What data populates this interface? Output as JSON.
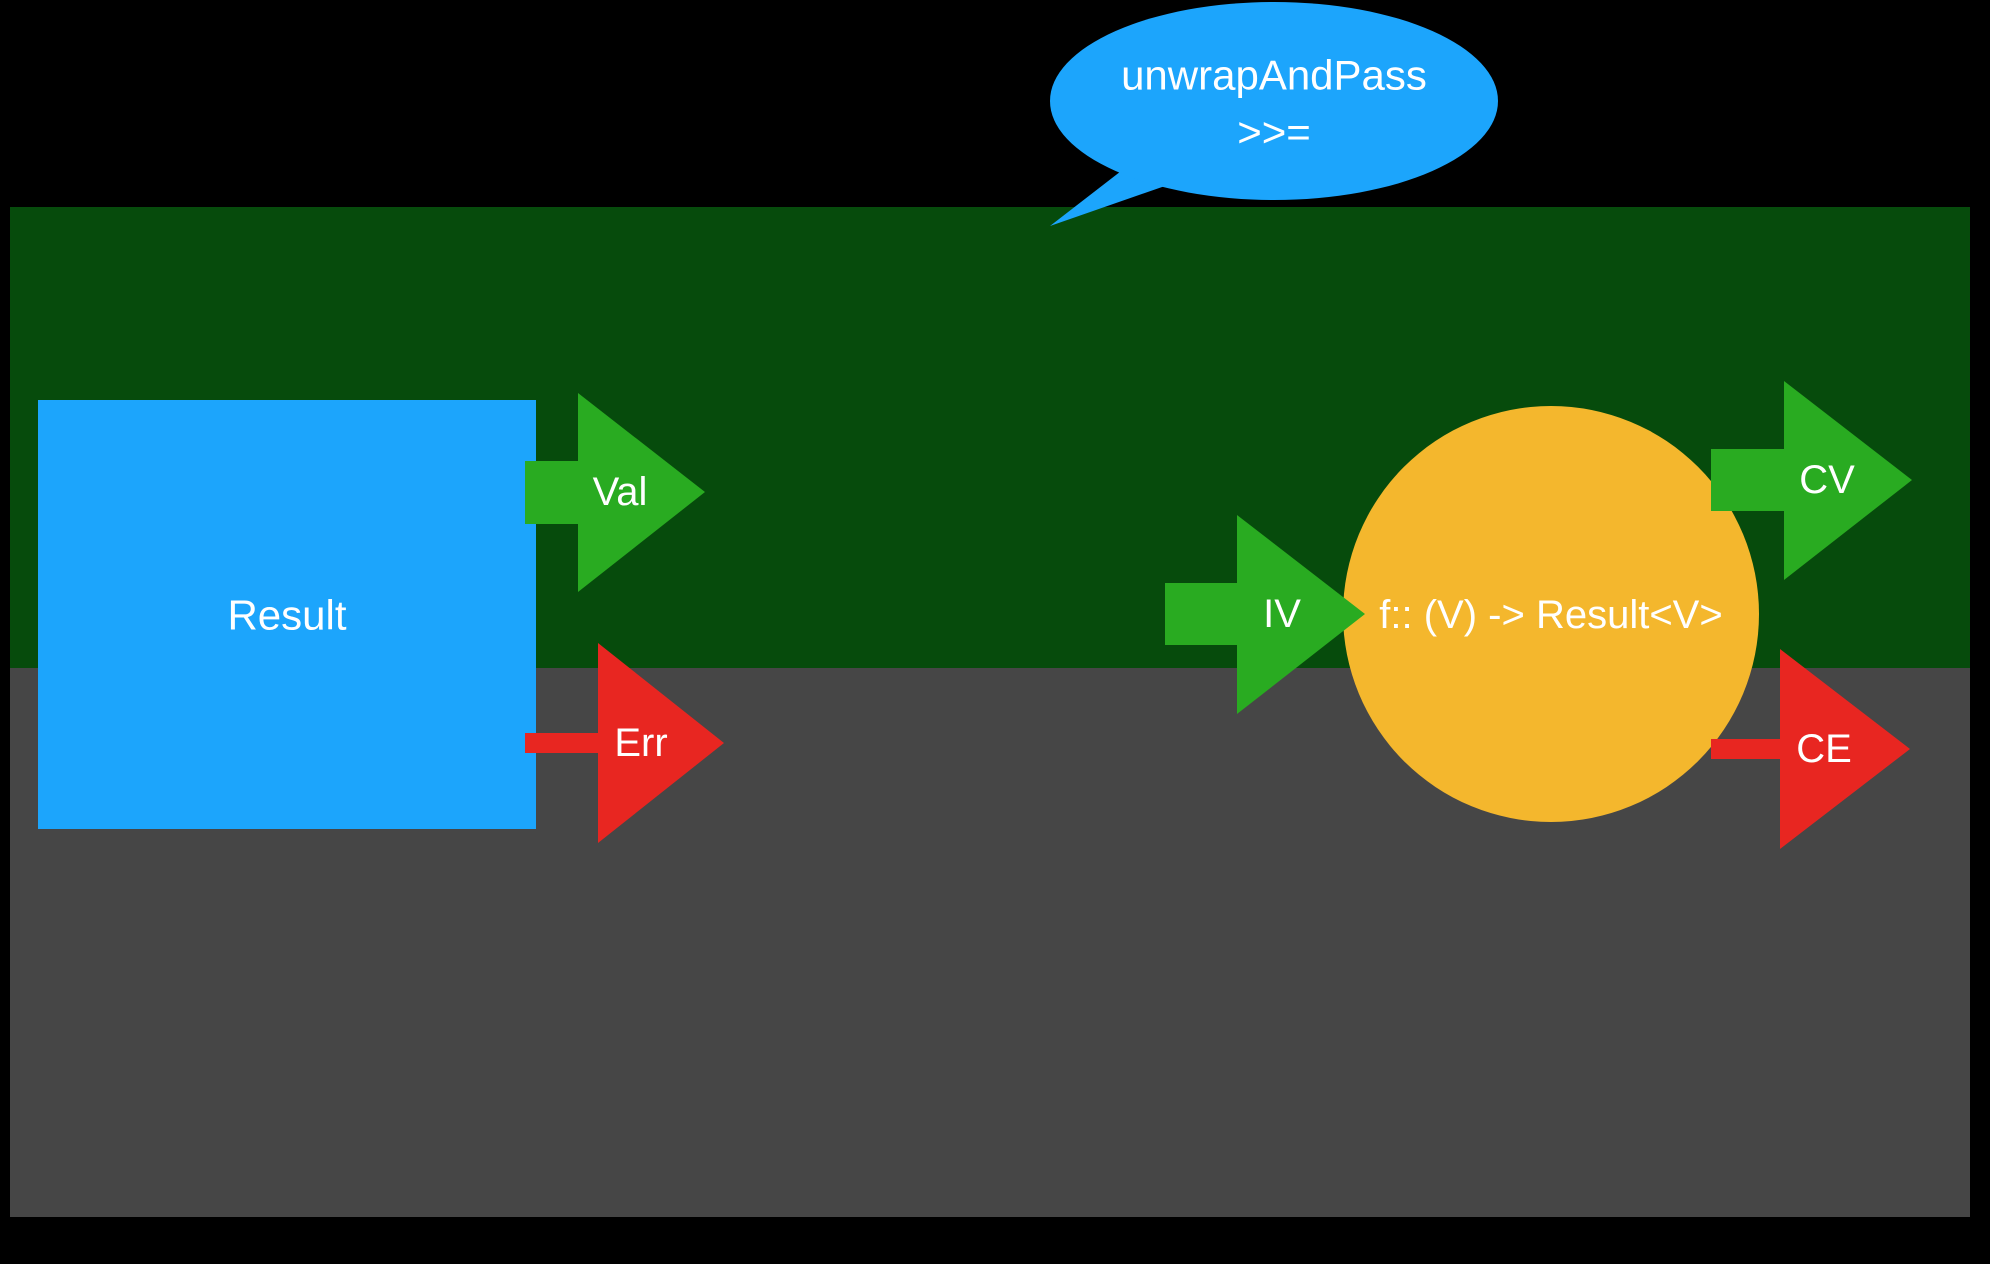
{
  "colors": {
    "background": "#000000",
    "success_band": "#064b0c",
    "failure_band": "#464646",
    "result_box": "#1ca5fc",
    "speech_bubble": "#1ca5fc",
    "function_circle": "#f4b72d",
    "value_arrow": "#29ab21",
    "error_arrow": "#e82621",
    "text": "#ffffff"
  },
  "bubble": {
    "line1": "unwrapAndPass",
    "line2": ">>="
  },
  "result_box": {
    "label": "Result"
  },
  "arrows": {
    "val": "Val",
    "err": "Err",
    "iv": "IV",
    "cv": "CV",
    "ce": "CE"
  },
  "function": {
    "label": "f:: (V) -> Result<V>"
  }
}
